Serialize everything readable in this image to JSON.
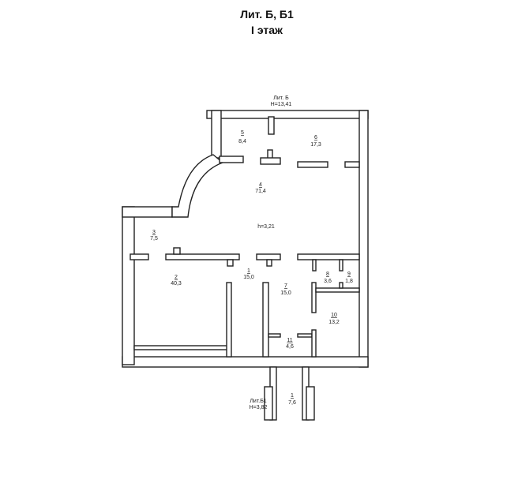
{
  "header": {
    "title": "Лит. Б, Б1",
    "subtitle": "I этаж"
  },
  "building": {
    "lit_b": "Лит. Б",
    "lit_b_height": "H=13,41",
    "lit_b1": "Лит.Б1",
    "lit_b1_height": "H=3,82",
    "ceiling": "h=3,21"
  },
  "rooms": [
    {
      "num": "1",
      "area": "15,0"
    },
    {
      "num": "2",
      "area": "40,3"
    },
    {
      "num": "3",
      "area": "7,5"
    },
    {
      "num": "4",
      "area": "71,4"
    },
    {
      "num": "5",
      "area": "8,4"
    },
    {
      "num": "6",
      "area": "17,3"
    },
    {
      "num": "7",
      "area": "15,0"
    },
    {
      "num": "8",
      "area": "3,6"
    },
    {
      "num": "9",
      "area": "1,8"
    },
    {
      "num": "10",
      "area": "13,2"
    },
    {
      "num": "11",
      "area": "4,6"
    },
    {
      "num": "1",
      "area": "7,6"
    }
  ]
}
